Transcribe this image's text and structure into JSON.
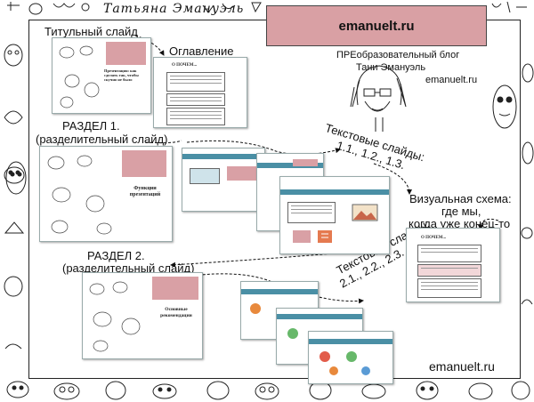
{
  "header": {
    "author": "Татьяна Эмануэль"
  },
  "blog_box": {
    "title": "emanuelt.ru"
  },
  "blog_info": {
    "line1": "ПРЕобразовательный блог",
    "line2": "Тани Эмануэль",
    "line3": "emanuelt.ru"
  },
  "labels": {
    "title_slide": "Титульный слайд",
    "contents": "Оглавление",
    "section1_title": "РАЗДЕЛ 1.",
    "section1_sub": "(разделительный слайд)",
    "text_slides1_a": "Текстовые слайды:",
    "text_slides1_b": "1.1., 1.2., 1.3.",
    "visual_a": "Визуальная схема:",
    "visual_b": "где мы,",
    "visual_c": "когда уже конец-то",
    "section2_title": "РАЗДЕЛ 2.",
    "section2_sub": "(разделительный слайд)",
    "text_slides2_a": "Текстовые слайды:",
    "text_slides2_b": "2.1., 2.2., 2.3."
  },
  "slides": {
    "title_slide_heading": "Презентация: как сделать так, чтобы скучно не было",
    "contents_heading": "О ПОЧЕМ...",
    "section1_heading": "Функции презентаций",
    "section2_heading": "Основные рекомендации",
    "visual_heading": "О ПОЧЕМ..."
  },
  "footer": {
    "site": "emanuelt.ru"
  },
  "colors": {
    "accent_pink": "#d9a0a4",
    "accent_teal": "#4a8fa5"
  }
}
